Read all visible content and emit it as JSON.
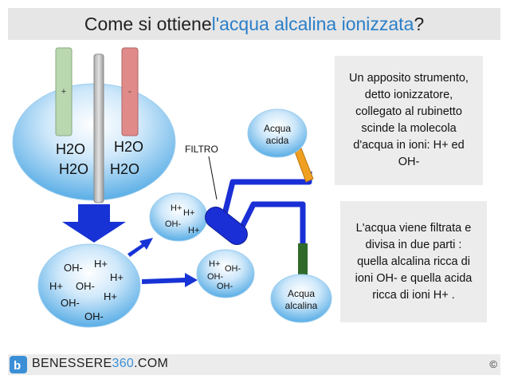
{
  "header": {
    "title_part1": "Come si ottiene ",
    "title_highlight": "l'acqua alcalina ionizzata",
    "title_part2": "?"
  },
  "diagram": {
    "electrode_plus": "+",
    "electrode_minus": "-",
    "h2o_labels": [
      "H2O",
      "H2O",
      "H2O",
      "H2O"
    ],
    "bottom_ions": [
      "OH-",
      "H+",
      "H+",
      "H+",
      "OH-",
      "OH-",
      "H+",
      "OH-"
    ],
    "upper_small_ions": [
      "H+",
      "H+",
      "OH-",
      "H+"
    ],
    "lower_small_ions": [
      "H+",
      "OH-",
      "OH-",
      "OH-"
    ],
    "filter_label": "FILTRO",
    "acid_water_label": [
      "Acqua",
      "acida"
    ],
    "alkaline_water_label": [
      "Acqua",
      "alcalina"
    ]
  },
  "info": {
    "box1_lines": [
      "Un apposito strumento,",
      "detto ionizzatore,",
      "collegato al rubinetto",
      "scinde la molecola",
      "d'acqua in ioni: H+ ed",
      "OH-"
    ],
    "box2_lines": [
      "L'acqua viene filtrata e",
      "divisa in due parti :",
      "quella alcalina ricca di",
      "ioni OH- e quella acida",
      "ricca di ioni H+ ."
    ]
  },
  "footer": {
    "brand_part1": "BENESSERE",
    "brand_part2": "360",
    "brand_part3": ".COM",
    "copyright": "©"
  },
  "colors": {
    "title_highlight": "#2a7fc9",
    "pipe": "#1a2fd6",
    "arrow": "#1733d6",
    "acid_tube": "#f0a020",
    "alkaline_tube": "#2f6a2a",
    "electrode_plus": "#b9d8b0",
    "electrode_minus": "#e08a8a"
  }
}
